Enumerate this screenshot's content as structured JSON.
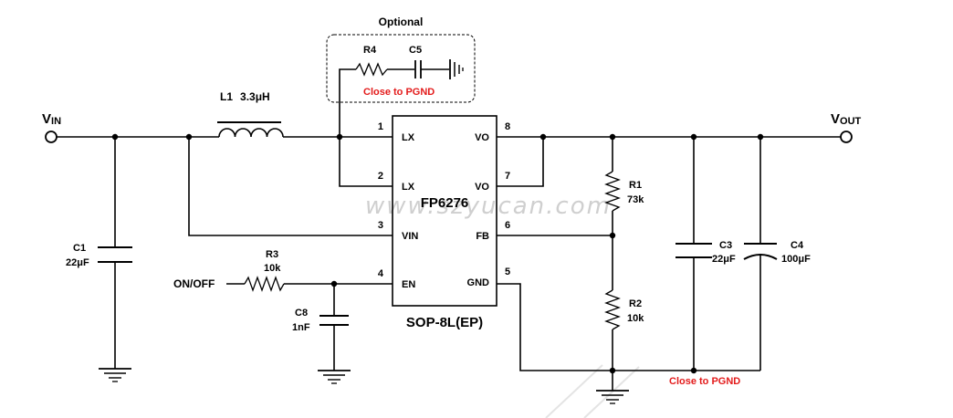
{
  "optional_title": "Optional",
  "vin": {
    "main": "V",
    "sub": "IN"
  },
  "vout": {
    "main": "V",
    "sub": "OUT"
  },
  "components": {
    "L1": {
      "ref": "L1",
      "value": "3.3μH"
    },
    "C1": {
      "ref": "C1",
      "value": "22μF"
    },
    "C3": {
      "ref": "C3",
      "value": "22μF"
    },
    "C4": {
      "ref": "C4",
      "value": "100μF"
    },
    "C5": {
      "ref": "C5"
    },
    "C8": {
      "ref": "C8",
      "value": "1nF"
    },
    "R1": {
      "ref": "R1",
      "value": "73k"
    },
    "R2": {
      "ref": "R2",
      "value": "10k"
    },
    "R3": {
      "ref": "R3",
      "value": "10k"
    },
    "R4": {
      "ref": "R4"
    }
  },
  "chip": {
    "name": "FP6276",
    "package": "SOP-8L(EP)",
    "left_pins": [
      {
        "num": "1",
        "name": "LX"
      },
      {
        "num": "2",
        "name": "LX"
      },
      {
        "num": "3",
        "name": "VIN"
      },
      {
        "num": "4",
        "name": "EN"
      }
    ],
    "right_pins": [
      {
        "num": "8",
        "name": "VO"
      },
      {
        "num": "7",
        "name": "VO"
      },
      {
        "num": "6",
        "name": "FB"
      },
      {
        "num": "5",
        "name": "GND"
      }
    ]
  },
  "on_off_label": "ON/OFF",
  "close_to_pgnd": "Close to PGND",
  "watermark": "www.szyucan.com",
  "colors": {
    "note": "#e31b1b",
    "wire": "#000000"
  }
}
